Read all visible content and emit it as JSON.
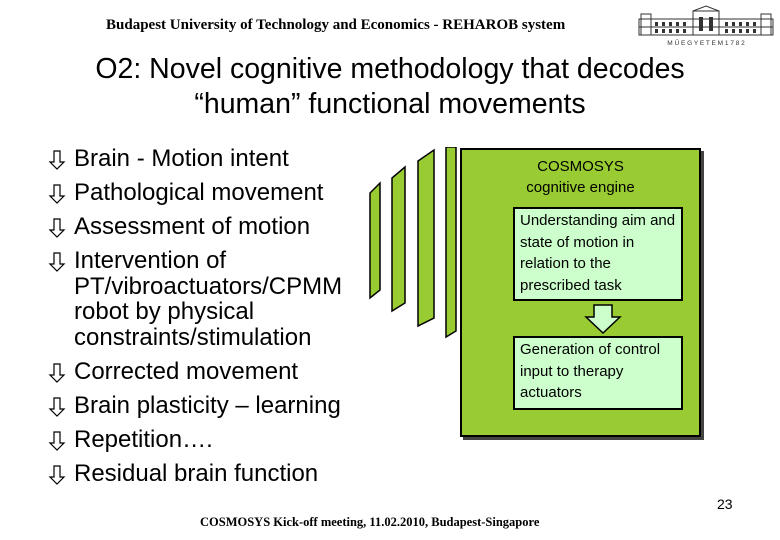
{
  "header": {
    "text": "Budapest University of Technology and Economics -   REHAROB system"
  },
  "logo": {
    "caption": "M Ű E G Y E T E M   1 7 8 2"
  },
  "title": {
    "line1": "O2: Novel cognitive methodology that decodes",
    "line2": "“human” functional movements"
  },
  "bullets": [
    {
      "lines": [
        "Brain - Motion intent"
      ]
    },
    {
      "lines": [
        "Pathological movement"
      ]
    },
    {
      "lines": [
        "Assessment of motion"
      ]
    },
    {
      "lines": [
        "Intervention of",
        "PT/vibroactuators/CPMM",
        "robot by physical",
        "constraints/stimulation"
      ]
    },
    {
      "lines": [
        "Corrected movement"
      ]
    },
    {
      "lines": [
        "Brain plasticity – learning"
      ]
    },
    {
      "lines": [
        "Repetition…."
      ]
    },
    {
      "lines": [
        "Residual brain function"
      ]
    }
  ],
  "diagram": {
    "title_line1": "COSMOSYS",
    "title_line2": "cognitive engine",
    "box1": "Understanding aim and state of motion in relation to the prescribed task",
    "box2": "Generation of control input to therapy actuators",
    "colors": {
      "panel": "#99cc33",
      "inner": "#ccffcc",
      "arrow": "#ccffcc"
    }
  },
  "page_number": "23",
  "footer": {
    "text": "COSMOSYS Kick-off meeting, 11.02.2010,  Budapest-Singapore"
  }
}
